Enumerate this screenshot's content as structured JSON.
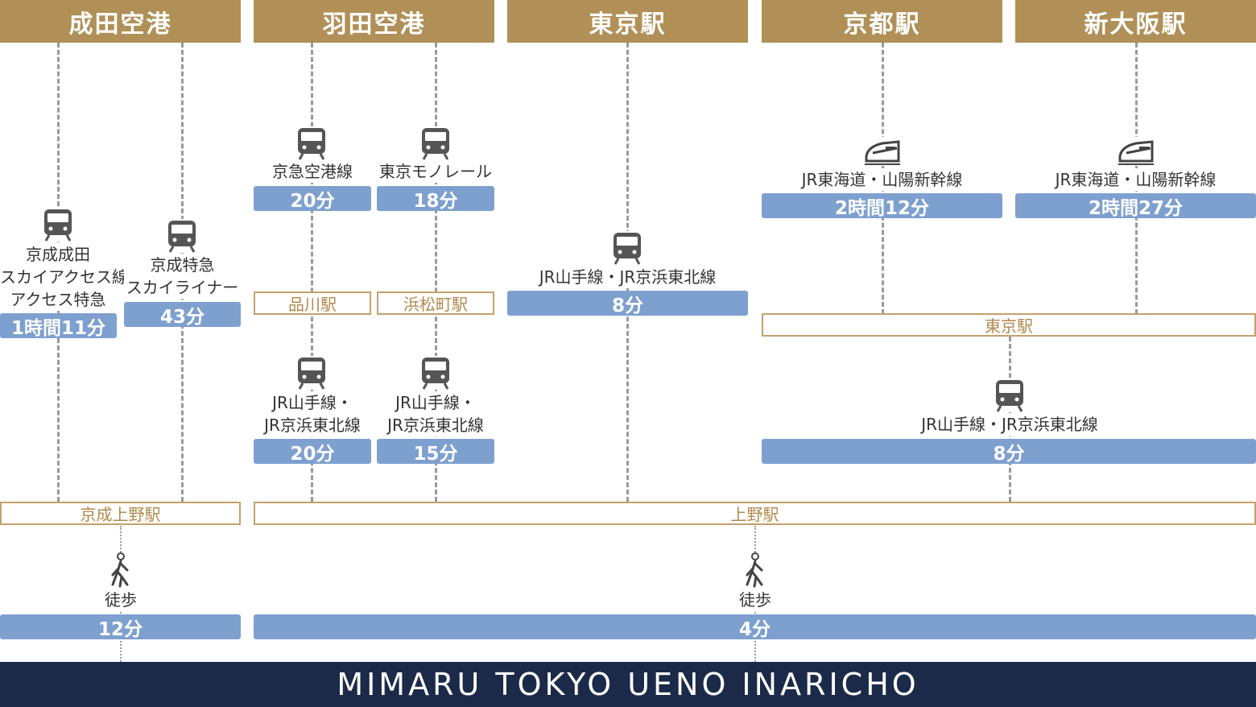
{
  "headers": [
    "成田空港",
    "羽田空港",
    "東京駅",
    "京都駅",
    "新大阪駅"
  ],
  "narita": {
    "route1": {
      "label_lines": [
        "京成成田",
        "スカイアクセス線",
        "アクセス特急"
      ],
      "time": "1時間11分"
    },
    "route2": {
      "label_lines": [
        "京成特急",
        "スカイライナー"
      ],
      "time": "43分"
    },
    "transfer_station": "京成上野駅",
    "walk_label": "徒歩",
    "walk_time": "12分"
  },
  "haneda": {
    "route1": {
      "line1": "京急空港線",
      "time1": "20分",
      "station": "品川駅",
      "line2_lines": [
        "JR山手線・",
        "JR京浜東北線"
      ],
      "time2": "20分"
    },
    "route2": {
      "line1": "東京モノレール",
      "time1": "18分",
      "station": "浜松町駅",
      "line2_lines": [
        "JR山手線・",
        "JR京浜東北線"
      ],
      "time2": "15分"
    }
  },
  "tokyo": {
    "line": "JR山手線・JR京浜東北線",
    "time": "8分"
  },
  "kyoto": {
    "line": "JR東海道・山陽新幹線",
    "time": "2時間12分"
  },
  "shinosaka": {
    "line": "JR東海道・山陽新幹線",
    "time": "2時間27分"
  },
  "transfer_tokyo": {
    "station": "東京駅",
    "line": "JR山手線・JR京浜東北線",
    "time": "8分"
  },
  "ueno": {
    "station": "上野駅",
    "walk_label": "徒歩",
    "walk_time": "4分"
  },
  "footer": "MIMARU TOKYO UENO INARICHO",
  "colors": {
    "header": "#b09057",
    "time_bar": "#7ea0cf",
    "station_border": "#c4a16b",
    "footer": "#1c2a4a"
  }
}
